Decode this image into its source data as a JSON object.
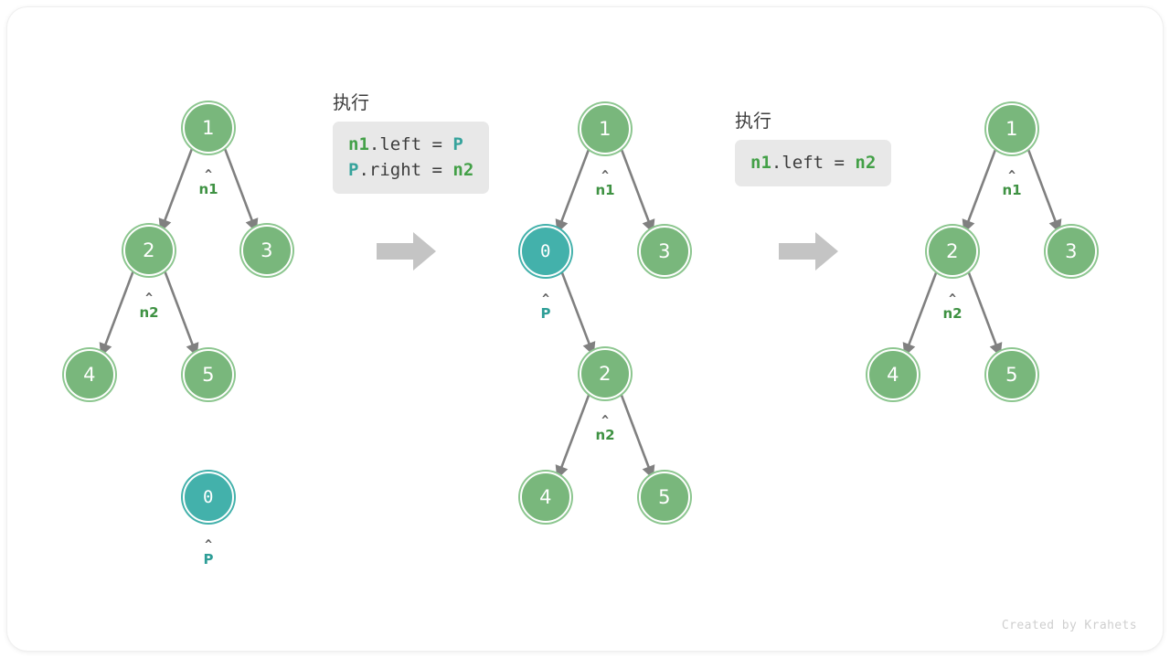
{
  "diagram": {
    "title": "binary-tree-node-insertion",
    "credit": "Created by Krahets",
    "colors": {
      "node_green_fill": "#79b77c",
      "node_green_ring": "#8cc68f",
      "node_teal_fill": "#43b1ab",
      "edge_gray": "#808080",
      "code_bg": "#e8e8e8",
      "code_text": "#3c3c3c",
      "identifier_green": "#43a047",
      "identifier_teal": "#36a39c",
      "big_arrow": "#c4c4c4",
      "credit_gray": "#cfcfcf"
    }
  },
  "steps": [
    {
      "id": "step-1-before",
      "nodes": [
        {
          "id": "t1-n1",
          "value": "1",
          "color": "green"
        },
        {
          "id": "t1-n2",
          "value": "2",
          "color": "green"
        },
        {
          "id": "t1-n3",
          "value": "3",
          "color": "green"
        },
        {
          "id": "t1-n4",
          "value": "4",
          "color": "green"
        },
        {
          "id": "t1-n5",
          "value": "5",
          "color": "green"
        },
        {
          "id": "t1-n0",
          "value": "0",
          "color": "teal"
        }
      ],
      "pointers": [
        {
          "id": "t1-p-n1",
          "label": "n1",
          "color": "green"
        },
        {
          "id": "t1-p-n2",
          "label": "n2",
          "color": "green"
        },
        {
          "id": "t1-p-P",
          "label": "P",
          "color": "teal"
        }
      ]
    },
    {
      "id": "step-2-after-insert",
      "nodes": [
        {
          "id": "t2-n1",
          "value": "1",
          "color": "green"
        },
        {
          "id": "t2-n0",
          "value": "0",
          "color": "teal"
        },
        {
          "id": "t2-n3",
          "value": "3",
          "color": "green"
        },
        {
          "id": "t2-n2",
          "value": "2",
          "color": "green"
        },
        {
          "id": "t2-n4",
          "value": "4",
          "color": "green"
        },
        {
          "id": "t2-n5",
          "value": "5",
          "color": "green"
        }
      ],
      "pointers": [
        {
          "id": "t2-p-n1",
          "label": "n1",
          "color": "green"
        },
        {
          "id": "t2-p-P",
          "label": "P",
          "color": "teal"
        },
        {
          "id": "t2-p-n2",
          "label": "n2",
          "color": "green"
        }
      ]
    },
    {
      "id": "step-3-after-remove",
      "nodes": [
        {
          "id": "t3-n1",
          "value": "1",
          "color": "green"
        },
        {
          "id": "t3-n2",
          "value": "2",
          "color": "green"
        },
        {
          "id": "t3-n3",
          "value": "3",
          "color": "green"
        },
        {
          "id": "t3-n4",
          "value": "4",
          "color": "green"
        },
        {
          "id": "t3-n5",
          "value": "5",
          "color": "green"
        }
      ],
      "pointers": [
        {
          "id": "t3-p-n1",
          "label": "n1",
          "color": "green"
        },
        {
          "id": "t3-p-n2",
          "label": "n2",
          "color": "green"
        }
      ]
    }
  ],
  "panels": [
    {
      "id": "panel-insert",
      "heading": "执行",
      "lines": [
        {
          "parts": [
            {
              "text": "n1",
              "style": "id-green"
            },
            {
              "text": ".left = ",
              "style": "plain"
            },
            {
              "text": "P",
              "style": "id-teal"
            }
          ]
        },
        {
          "parts": [
            {
              "text": "P",
              "style": "id-teal"
            },
            {
              "text": ".right = ",
              "style": "plain"
            },
            {
              "text": "n2",
              "style": "id-green"
            }
          ]
        }
      ]
    },
    {
      "id": "panel-remove",
      "heading": "执行",
      "lines": [
        {
          "parts": [
            {
              "text": "n1",
              "style": "id-green"
            },
            {
              "text": ".left = ",
              "style": "plain"
            },
            {
              "text": "n2",
              "style": "id-green"
            }
          ]
        }
      ]
    }
  ],
  "transitions": [
    {
      "id": "arrow-1",
      "name": "step-transition-arrow"
    },
    {
      "id": "arrow-2",
      "name": "step-transition-arrow"
    }
  ]
}
